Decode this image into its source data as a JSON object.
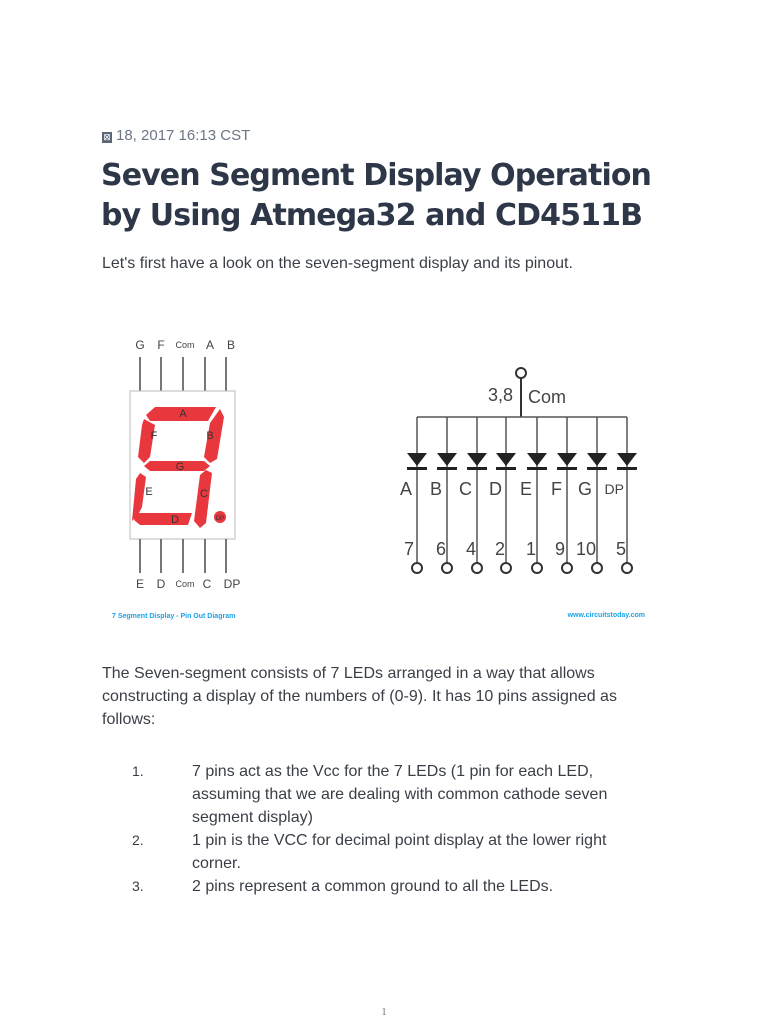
{
  "header": {
    "date_icon": "calendar-icon",
    "date_icon_glyph": "⊠",
    "date": "18, 2017 16:13 CST"
  },
  "article": {
    "title": "Seven Segment Display Operation by Using Atmega32 and CD4511B",
    "intro": "Let's first have a look on the seven-segment display and its pinout.",
    "paragraph": "The Seven-segment consists of 7 LEDs arranged in a way that allows constructing a display of the numbers of (0-9). It has 10 pins assigned as follows:",
    "list": [
      {
        "num": "1.",
        "text": "7 pins act as the Vcc for the 7 LEDs (1 pin for each LED, assuming that we are dealing with common cathode seven segment display)"
      },
      {
        "num": "2.",
        "text": "1 pin is the VCC for decimal point display at the lower right corner."
      },
      {
        "num": "3.",
        "text": "2 pins represent a common ground to all the LEDs."
      }
    ]
  },
  "figure": {
    "top_pins": [
      "G",
      "F",
      "Com",
      "A",
      "B"
    ],
    "bottom_pins": [
      "E",
      "D",
      "Com",
      "C",
      "DP"
    ],
    "segments": {
      "a": "A",
      "b": "B",
      "c": "C",
      "d": "D",
      "e": "E",
      "f": "F",
      "g": "G",
      "dp": "DP"
    },
    "segment_color": "#e8383d",
    "caption_left": "7 Segment Display - Pin Out Diagram",
    "caption_right": "www.circuitstoday.com",
    "caption_color": "#1aa3e8",
    "com_label_pins": "3,8",
    "com_label": "Com",
    "diode_labels": [
      "A",
      "B",
      "C",
      "D",
      "E",
      "F",
      "G",
      "DP"
    ],
    "pin_numbers": [
      "7",
      "6",
      "4",
      "2",
      "1",
      "9",
      "10",
      "5"
    ]
  },
  "footer": {
    "page_number": "1"
  }
}
